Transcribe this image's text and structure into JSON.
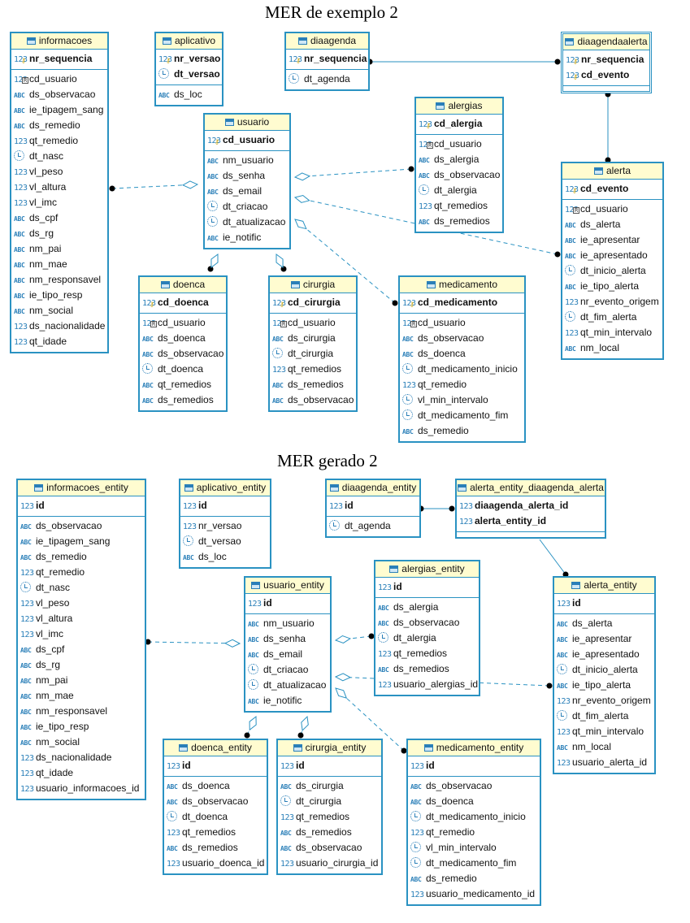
{
  "titles": {
    "top": "MER de exemplo 2",
    "bottom": "MER gerado 2"
  },
  "tables": [
    {
      "id": "informacoes",
      "name": "informacoes",
      "keys": [
        {
          "t": "num",
          "pk": true,
          "n": "nr_sequencia"
        }
      ],
      "cols": [
        {
          "t": "fk",
          "n": "cd_usuario"
        },
        {
          "t": "abc",
          "n": "ds_observacao"
        },
        {
          "t": "abc",
          "n": "ie_tipagem_sang"
        },
        {
          "t": "abc",
          "n": "ds_remedio"
        },
        {
          "t": "num",
          "n": "qt_remedio"
        },
        {
          "t": "date",
          "n": "dt_nasc"
        },
        {
          "t": "num",
          "n": "vl_peso"
        },
        {
          "t": "num",
          "n": "vl_altura"
        },
        {
          "t": "num",
          "n": "vl_imc"
        },
        {
          "t": "abc",
          "n": "ds_cpf"
        },
        {
          "t": "abc",
          "n": "ds_rg"
        },
        {
          "t": "abc",
          "n": "nm_pai"
        },
        {
          "t": "abc",
          "n": "nm_mae"
        },
        {
          "t": "abc",
          "n": "nm_responsavel"
        },
        {
          "t": "abc",
          "n": "ie_tipo_resp"
        },
        {
          "t": "abc",
          "n": "nm_social"
        },
        {
          "t": "num",
          "n": "ds_nacionalidade"
        },
        {
          "t": "num",
          "n": "qt_idade"
        }
      ]
    },
    {
      "id": "aplicativo",
      "name": "aplicativo",
      "keys": [
        {
          "t": "num",
          "pk": true,
          "n": "nr_versao"
        },
        {
          "t": "datekey",
          "pk": true,
          "n": "dt_versao"
        }
      ],
      "cols": [
        {
          "t": "abc",
          "n": "ds_loc"
        }
      ]
    },
    {
      "id": "diaagenda",
      "name": "diaagenda",
      "keys": [
        {
          "t": "num",
          "pk": true,
          "n": "nr_sequencia"
        }
      ],
      "cols": [
        {
          "t": "date",
          "n": "dt_agenda"
        }
      ]
    },
    {
      "id": "diaagendaalerta",
      "name": "diaagendaalerta",
      "sel": true,
      "keys": [
        {
          "t": "numfk",
          "pk": true,
          "n": "nr_sequencia"
        },
        {
          "t": "numfk",
          "pk": true,
          "n": "cd_evento"
        }
      ],
      "cols": []
    },
    {
      "id": "usuario",
      "name": "usuario",
      "keys": [
        {
          "t": "num",
          "pk": true,
          "n": "cd_usuario"
        }
      ],
      "cols": [
        {
          "t": "abc",
          "n": "nm_usuario"
        },
        {
          "t": "abc",
          "n": "ds_senha"
        },
        {
          "t": "abc",
          "n": "ds_email"
        },
        {
          "t": "date",
          "n": "dt_criacao"
        },
        {
          "t": "date",
          "n": "dt_atualizacao"
        },
        {
          "t": "abc",
          "n": "ie_notific"
        }
      ]
    },
    {
      "id": "alergias",
      "name": "alergias",
      "keys": [
        {
          "t": "num",
          "pk": true,
          "n": "cd_alergia"
        }
      ],
      "cols": [
        {
          "t": "fk",
          "n": "cd_usuario"
        },
        {
          "t": "abc",
          "n": "ds_alergia"
        },
        {
          "t": "abc",
          "n": "ds_observacao"
        },
        {
          "t": "date",
          "n": "dt_alergia"
        },
        {
          "t": "num",
          "n": "qt_remedios"
        },
        {
          "t": "abc",
          "n": "ds_remedios"
        }
      ]
    },
    {
      "id": "alerta",
      "name": "alerta",
      "keys": [
        {
          "t": "num",
          "pk": true,
          "n": "cd_evento"
        }
      ],
      "cols": [
        {
          "t": "fk",
          "n": "cd_usuario"
        },
        {
          "t": "abc",
          "n": "ds_alerta"
        },
        {
          "t": "abc",
          "n": "ie_apresentar"
        },
        {
          "t": "abc",
          "n": "ie_apresentado"
        },
        {
          "t": "date",
          "n": "dt_inicio_alerta"
        },
        {
          "t": "abc",
          "n": "ie_tipo_alerta"
        },
        {
          "t": "num",
          "n": "nr_evento_origem"
        },
        {
          "t": "date",
          "n": "dt_fim_alerta"
        },
        {
          "t": "num",
          "n": "qt_min_intervalo"
        },
        {
          "t": "abc",
          "n": "nm_local"
        }
      ]
    },
    {
      "id": "doenca",
      "name": "doenca",
      "keys": [
        {
          "t": "num",
          "pk": true,
          "n": "cd_doenca"
        }
      ],
      "cols": [
        {
          "t": "fk",
          "n": "cd_usuario"
        },
        {
          "t": "abc",
          "n": "ds_doenca"
        },
        {
          "t": "abc",
          "n": "ds_observacao"
        },
        {
          "t": "date",
          "n": "dt_doenca"
        },
        {
          "t": "abc",
          "n": "qt_remedios"
        },
        {
          "t": "abc",
          "n": "ds_remedios"
        }
      ]
    },
    {
      "id": "cirurgia",
      "name": "cirurgia",
      "keys": [
        {
          "t": "num",
          "pk": true,
          "n": "cd_cirurgia"
        }
      ],
      "cols": [
        {
          "t": "fk",
          "n": "cd_usuario"
        },
        {
          "t": "abc",
          "n": "ds_cirurgia"
        },
        {
          "t": "date",
          "n": "dt_cirurgia"
        },
        {
          "t": "num",
          "n": "qt_remedios"
        },
        {
          "t": "abc",
          "n": "ds_remedios"
        },
        {
          "t": "abc",
          "n": "ds_observacao"
        }
      ]
    },
    {
      "id": "medicamento",
      "name": "medicamento",
      "keys": [
        {
          "t": "num",
          "pk": true,
          "n": "cd_medicamento"
        }
      ],
      "cols": [
        {
          "t": "fk",
          "n": "cd_usuario"
        },
        {
          "t": "abc",
          "n": "ds_observacao"
        },
        {
          "t": "abc",
          "n": "ds_doenca"
        },
        {
          "t": "date",
          "n": "dt_medicamento_inicio"
        },
        {
          "t": "num",
          "n": "qt_remedio"
        },
        {
          "t": "date",
          "n": "vl_min_intervalo"
        },
        {
          "t": "date",
          "n": "dt_medicamento_fim"
        },
        {
          "t": "abc",
          "n": "ds_remedio"
        }
      ]
    },
    {
      "id": "informacoes_entity",
      "name": "informacoes_entity",
      "keys": [
        {
          "t": "num",
          "pk": true,
          "n": "id"
        }
      ],
      "cols": [
        {
          "t": "abc",
          "n": "ds_observacao"
        },
        {
          "t": "abc",
          "n": "ie_tipagem_sang"
        },
        {
          "t": "abc",
          "n": "ds_remedio"
        },
        {
          "t": "num",
          "n": "qt_remedio"
        },
        {
          "t": "date",
          "n": "dt_nasc"
        },
        {
          "t": "num",
          "n": "vl_peso"
        },
        {
          "t": "num",
          "n": "vl_altura"
        },
        {
          "t": "num",
          "n": "vl_imc"
        },
        {
          "t": "abc",
          "n": "ds_cpf"
        },
        {
          "t": "abc",
          "n": "ds_rg"
        },
        {
          "t": "abc",
          "n": "nm_pai"
        },
        {
          "t": "abc",
          "n": "nm_mae"
        },
        {
          "t": "abc",
          "n": "nm_responsavel"
        },
        {
          "t": "abc",
          "n": "ie_tipo_resp"
        },
        {
          "t": "abc",
          "n": "nm_social"
        },
        {
          "t": "num",
          "n": "ds_nacionalidade"
        },
        {
          "t": "num",
          "n": "qt_idade"
        },
        {
          "t": "num",
          "n": "usuario_informacoes_id"
        }
      ]
    },
    {
      "id": "aplicativo_entity",
      "name": "aplicativo_entity",
      "keys": [
        {
          "t": "num",
          "pk": true,
          "n": "id"
        }
      ],
      "cols": [
        {
          "t": "num",
          "n": "nr_versao"
        },
        {
          "t": "date",
          "n": "dt_versao"
        },
        {
          "t": "abc",
          "n": "ds_loc"
        }
      ]
    },
    {
      "id": "diaagenda_entity",
      "name": "diaagenda_entity",
      "keys": [
        {
          "t": "num",
          "pk": true,
          "n": "id"
        }
      ],
      "cols": [
        {
          "t": "date",
          "n": "dt_agenda"
        }
      ]
    },
    {
      "id": "alerta_entity_diaagenda_alerta",
      "name": "alerta_entity_diaagenda_alerta",
      "keys": [
        {
          "t": "num",
          "pk": true,
          "n": "diaagenda_alerta_id"
        },
        {
          "t": "num",
          "pk": true,
          "n": "alerta_entity_id"
        }
      ],
      "cols": []
    },
    {
      "id": "alergias_entity",
      "name": "alergias_entity",
      "keys": [
        {
          "t": "num",
          "pk": true,
          "n": "id"
        }
      ],
      "cols": [
        {
          "t": "abc",
          "n": "ds_alergia"
        },
        {
          "t": "abc",
          "n": "ds_observacao"
        },
        {
          "t": "date",
          "n": "dt_alergia"
        },
        {
          "t": "num",
          "n": "qt_remedios"
        },
        {
          "t": "abc",
          "n": "ds_remedios"
        },
        {
          "t": "num",
          "n": "usuario_alergias_id"
        }
      ]
    },
    {
      "id": "usuario_entity",
      "name": "usuario_entity",
      "keys": [
        {
          "t": "num",
          "pk": true,
          "n": "id"
        }
      ],
      "cols": [
        {
          "t": "abc",
          "n": "nm_usuario"
        },
        {
          "t": "abc",
          "n": "ds_senha"
        },
        {
          "t": "abc",
          "n": "ds_email"
        },
        {
          "t": "date",
          "n": "dt_criacao"
        },
        {
          "t": "date",
          "n": "dt_atualizacao"
        },
        {
          "t": "abc",
          "n": "ie_notific"
        }
      ]
    },
    {
      "id": "alerta_entity",
      "name": "alerta_entity",
      "keys": [
        {
          "t": "num",
          "pk": true,
          "n": "id"
        }
      ],
      "cols": [
        {
          "t": "abc",
          "n": "ds_alerta"
        },
        {
          "t": "abc",
          "n": "ie_apresentar"
        },
        {
          "t": "abc",
          "n": "ie_apresentado"
        },
        {
          "t": "date",
          "n": "dt_inicio_alerta"
        },
        {
          "t": "abc",
          "n": "ie_tipo_alerta"
        },
        {
          "t": "num",
          "n": "nr_evento_origem"
        },
        {
          "t": "date",
          "n": "dt_fim_alerta"
        },
        {
          "t": "num",
          "n": "qt_min_intervalo"
        },
        {
          "t": "abc",
          "n": "nm_local"
        },
        {
          "t": "num",
          "n": "usuario_alerta_id"
        }
      ]
    },
    {
      "id": "doenca_entity",
      "name": "doenca_entity",
      "keys": [
        {
          "t": "num",
          "pk": true,
          "n": "id"
        }
      ],
      "cols": [
        {
          "t": "abc",
          "n": "ds_doenca"
        },
        {
          "t": "abc",
          "n": "ds_observacao"
        },
        {
          "t": "date",
          "n": "dt_doenca"
        },
        {
          "t": "num",
          "n": "qt_remedios"
        },
        {
          "t": "abc",
          "n": "ds_remedios"
        },
        {
          "t": "num",
          "n": "usuario_doenca_id"
        }
      ]
    },
    {
      "id": "cirurgia_entity",
      "name": "cirurgia_entity",
      "keys": [
        {
          "t": "num",
          "pk": true,
          "n": "id"
        }
      ],
      "cols": [
        {
          "t": "abc",
          "n": "ds_cirurgia"
        },
        {
          "t": "date",
          "n": "dt_cirurgia"
        },
        {
          "t": "num",
          "n": "qt_remedios"
        },
        {
          "t": "abc",
          "n": "ds_remedios"
        },
        {
          "t": "abc",
          "n": "ds_observacao"
        },
        {
          "t": "num",
          "n": "usuario_cirurgia_id"
        }
      ]
    },
    {
      "id": "medicamento_entity",
      "name": "medicamento_entity",
      "keys": [
        {
          "t": "num",
          "pk": true,
          "n": "id"
        }
      ],
      "cols": [
        {
          "t": "abc",
          "n": "ds_observacao"
        },
        {
          "t": "abc",
          "n": "ds_doenca"
        },
        {
          "t": "date",
          "n": "dt_medicamento_inicio"
        },
        {
          "t": "num",
          "n": "qt_remedio"
        },
        {
          "t": "date",
          "n": "vl_min_intervalo"
        },
        {
          "t": "date",
          "n": "dt_medicamento_fim"
        },
        {
          "t": "abc",
          "n": "ds_remedio"
        },
        {
          "t": "num",
          "n": "usuario_medicamento_id"
        }
      ]
    }
  ],
  "relations": [
    {
      "from": "informacoes",
      "to": "usuario",
      "style": "dashed"
    },
    {
      "from": "alergias",
      "to": "usuario",
      "style": "dashed"
    },
    {
      "from": "alerta",
      "to": "usuario",
      "style": "dashed"
    },
    {
      "from": "doenca",
      "to": "usuario",
      "style": "dashed"
    },
    {
      "from": "cirurgia",
      "to": "usuario",
      "style": "dashed"
    },
    {
      "from": "medicamento",
      "to": "usuario",
      "style": "dashed"
    },
    {
      "from": "diaagenda",
      "to": "diaagendaalerta",
      "style": "solid"
    },
    {
      "from": "alerta",
      "to": "diaagendaalerta",
      "style": "solid"
    },
    {
      "from": "informacoes_entity",
      "to": "usuario_entity",
      "style": "dashed"
    },
    {
      "from": "alergias_entity",
      "to": "usuario_entity",
      "style": "dashed"
    },
    {
      "from": "alerta_entity",
      "to": "usuario_entity",
      "style": "dashed"
    },
    {
      "from": "doenca_entity",
      "to": "usuario_entity",
      "style": "dashed"
    },
    {
      "from": "cirurgia_entity",
      "to": "usuario_entity",
      "style": "dashed"
    },
    {
      "from": "medicamento_entity",
      "to": "usuario_entity",
      "style": "dashed"
    },
    {
      "from": "diaagenda_entity",
      "to": "alerta_entity_diaagenda_alerta",
      "style": "solid"
    },
    {
      "from": "alerta_entity",
      "to": "alerta_entity_diaagenda_alerta",
      "style": "solid"
    }
  ],
  "colors": {
    "border": "#2a92c2",
    "header": "#fffcd0",
    "line": "#2a92c2"
  }
}
